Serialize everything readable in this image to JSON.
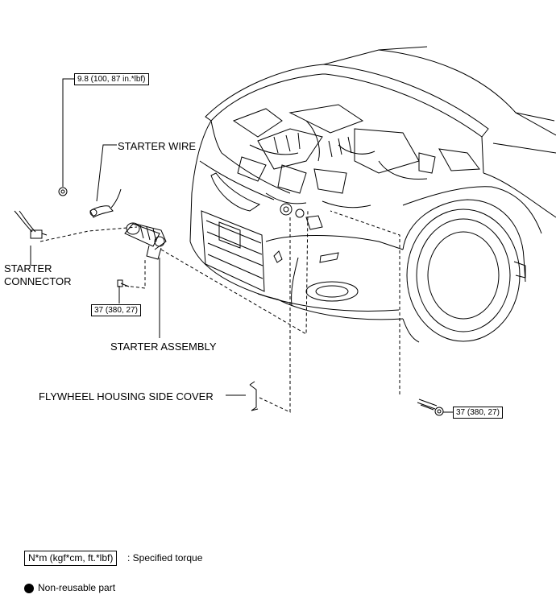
{
  "labels": {
    "starter_wire": "STARTER WIRE",
    "starter_connector_line1": "STARTER",
    "starter_connector_line2": "CONNECTOR",
    "starter_assembly": "STARTER ASSEMBLY",
    "flywheel_cover": "FLYWHEEL HOUSING SIDE COVER"
  },
  "torque_specs": {
    "wire_nut": "9.8 (100, 87 in.*lbf)",
    "starter_bolt_left": "37 (380, 27)",
    "starter_bolt_right": "37 (380, 27)"
  },
  "legend": {
    "torque_unit": "N*m (kgf*cm, ft.*lbf)",
    "torque_desc": ": Specified torque",
    "non_reusable_desc": "Non-reusable part"
  }
}
